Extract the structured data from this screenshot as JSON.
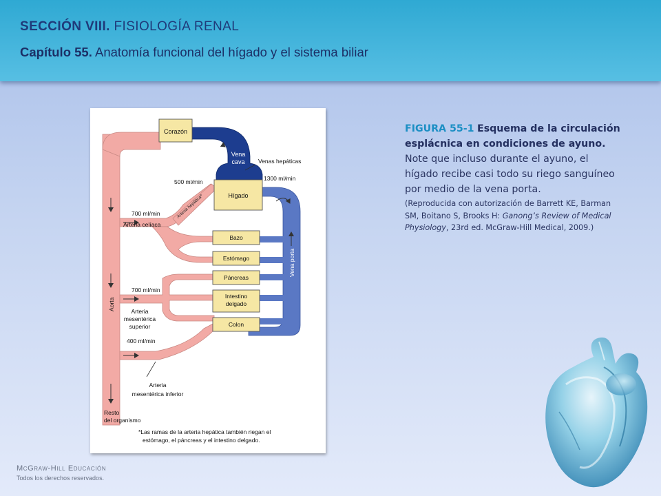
{
  "header": {
    "section_label": "SECCIÓN VIII.",
    "section_name": "FISIOLOGÍA RENAL",
    "chapter_label": "Capítulo 55.",
    "chapter_name": "Anatomía funcional del hígado y el sistema biliar"
  },
  "figure": {
    "labels": {
      "corazon": "Corazón",
      "vena_cava_1": "Vena",
      "vena_cava_2": "cava",
      "venas_hepaticas": "Venas hepáticas",
      "flow_500": "500 ml/min",
      "flow_1300": "1300 ml/min",
      "higado": "Hígado",
      "arteria_hepatica": "Arteria hepática*",
      "flow_700a": "700 ml/min",
      "arteria_celiaca": "Arteria celíaca",
      "bazo": "Bazo",
      "estomago": "Estómago",
      "vena_porta": "Vena porta",
      "pancreas": "Páncreas",
      "flow_700b": "700 ml/min",
      "intestino_1": "Intestino",
      "intestino_2": "delgado",
      "aorta": "Aorta",
      "mes_sup_1": "Arteria",
      "mes_sup_2": "mesentérica",
      "mes_sup_3": "superior",
      "colon": "Colon",
      "flow_400": "400 ml/min",
      "mes_inf_1": "Arteria",
      "mes_inf_2": "mesentérica inferior",
      "resto_1": "Resto",
      "resto_2": "del organismo",
      "footnote_1": "*Las ramas de la arteria hepática también riegan el",
      "footnote_2": "estómago, el páncreas y el intestino delgado."
    }
  },
  "caption": {
    "figure_label": "FIGURA 55-1",
    "title": "Esquema de la circulación esplácnica en condiciones de ayuno.",
    "body": "Note que incluso durante el ayuno, el hígado recibe casi todo su riego sanguíneo por medio de la vena porta.",
    "ref_pre": "(Reproducida con autorización de Barrett KE, Barman SM, Boitano S, Brooks H: ",
    "ref_title": "Ganong’s Review of Medical Physiology",
    "ref_post": ", 23rd ed. McGraw-Hill Medical, 2009.)"
  },
  "footer": {
    "publisher": "McGraw-Hill Educación",
    "rights": "Todos los derechos reservados."
  },
  "colors": {
    "artery": "#f2aaa5",
    "vein": "#5a78c4",
    "vein_dark": "#1d3d8f",
    "organ_box": "#f6e7a4",
    "header": "#3aaed6"
  },
  "icons": {
    "heart": "heart-illustration"
  }
}
